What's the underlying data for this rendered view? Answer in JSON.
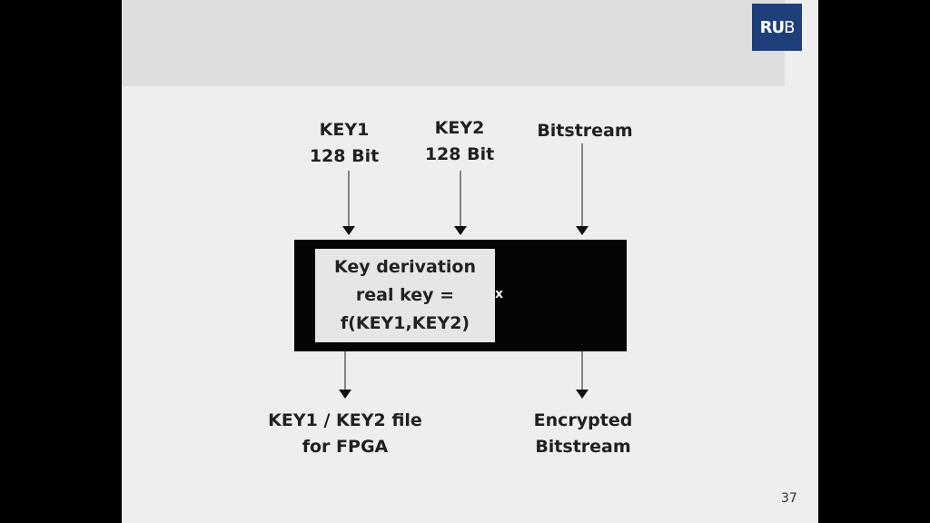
{
  "logo": {
    "text_bold": "RU",
    "text_light": "B",
    "color": "#1f3f7a"
  },
  "inputs": {
    "key1": {
      "line1": "KEY1",
      "line2": "128 Bit"
    },
    "key2": {
      "line1": "KEY2",
      "line2": "128 Bit"
    },
    "bitstream": {
      "line1": "Bitstream"
    }
  },
  "block": {
    "derivation_lines": [
      "Key derivation",
      "real key =",
      "f(KEY1,KEY2)"
    ],
    "mark": "x"
  },
  "outputs": {
    "keyfile": {
      "line1": "KEY1 / KEY2 file",
      "line2": "for FPGA"
    },
    "encrypted": {
      "line1": "Encrypted",
      "line2": "Bitstream"
    }
  },
  "page_number": "37",
  "colors": {
    "block": "#050505",
    "slide_bg": "#eeeeee",
    "header_band": "#dedede"
  }
}
